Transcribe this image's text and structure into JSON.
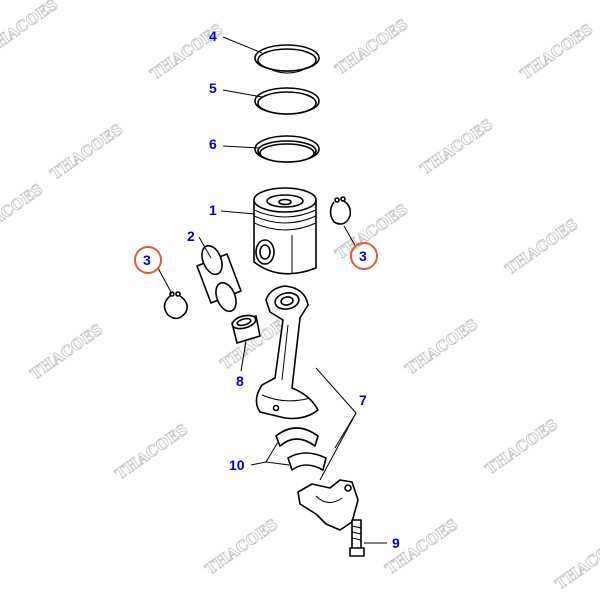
{
  "colors": {
    "label_blue": "#0000cc",
    "highlight_circle": "#e8563a",
    "watermark_gray": "#c8c8c8",
    "line": "#000000"
  },
  "watermark": "THACOES",
  "labels": {
    "ring_top": "4",
    "ring_second": "5",
    "ring_oil": "6",
    "piston": "1",
    "piston_pin": "2",
    "snap_ring_left": "3",
    "snap_ring_right": "3",
    "rod_bushing": "8",
    "connecting_rod": "7",
    "rod_bearing": "10",
    "rod_bolt": "9"
  }
}
